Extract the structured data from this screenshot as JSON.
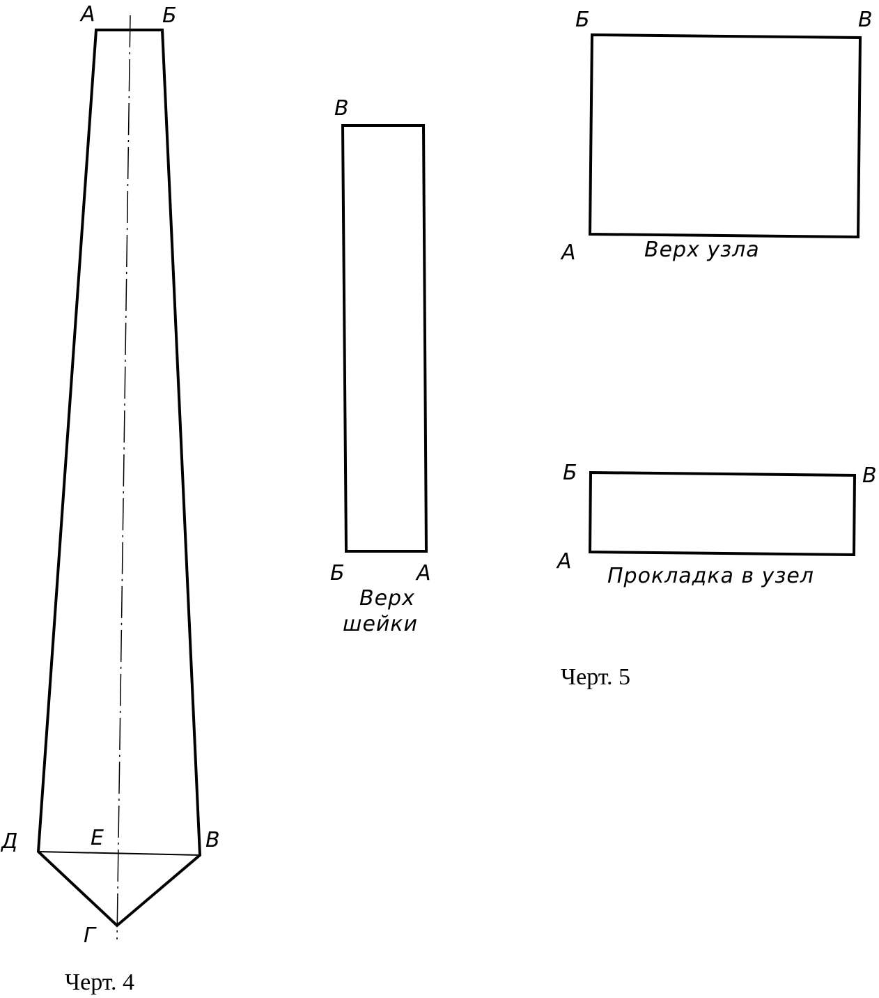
{
  "figure4": {
    "points": {
      "a": "А",
      "b": "Б",
      "v": "В",
      "g": "Г",
      "d": "Д",
      "e": "Е"
    },
    "caption": "Черт. 4"
  },
  "neck": {
    "points": {
      "v": "В",
      "b": "Б",
      "a": "А"
    },
    "caption_line1": "Верх",
    "caption_line2": "шейки"
  },
  "knot_top": {
    "points": {
      "b": "Б",
      "v": "В",
      "a": "А"
    },
    "caption": "Верх узла"
  },
  "knot_lining": {
    "points": {
      "b": "Б",
      "v": "В",
      "a": "А"
    },
    "caption": "Прокладка в узел"
  },
  "figure5": {
    "caption": "Черт. 5"
  }
}
